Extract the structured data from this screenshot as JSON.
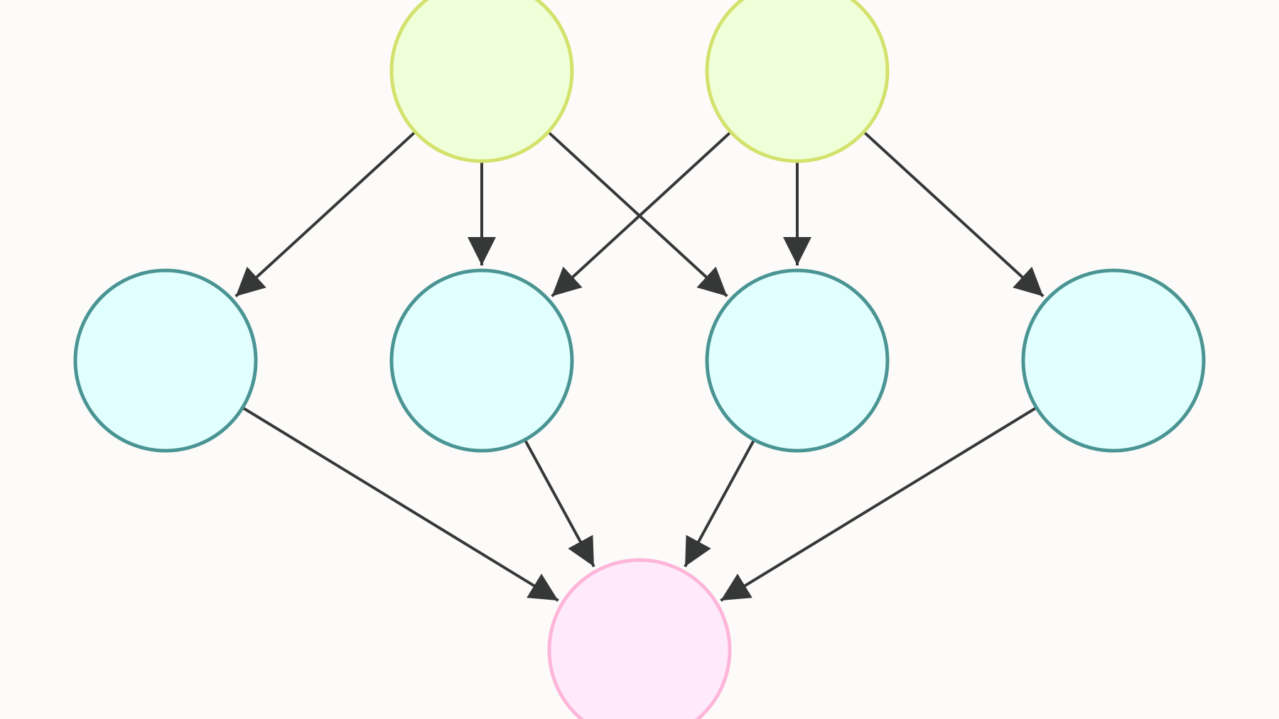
{
  "diagram": {
    "kind": "directed-graph",
    "background": "#fcfbf9",
    "edge_color": "#363837",
    "layers": [
      {
        "name": "top",
        "fill": "#efffd8",
        "stroke": "#d3e26c"
      },
      {
        "name": "middle",
        "fill": "#e1fffe",
        "stroke": "#4a9593"
      },
      {
        "name": "bottom",
        "fill": "#ffeafb",
        "stroke": "#fdb6d9"
      }
    ],
    "nodes": [
      {
        "id": "top-1",
        "layer": "top",
        "label": ""
      },
      {
        "id": "top-2",
        "layer": "top",
        "label": ""
      },
      {
        "id": "mid-1",
        "layer": "middle",
        "label": ""
      },
      {
        "id": "mid-2",
        "layer": "middle",
        "label": ""
      },
      {
        "id": "mid-3",
        "layer": "middle",
        "label": ""
      },
      {
        "id": "mid-4",
        "layer": "middle",
        "label": ""
      },
      {
        "id": "bottom-1",
        "layer": "bottom",
        "label": ""
      }
    ],
    "edges": [
      {
        "from": "top-1",
        "to": "mid-1"
      },
      {
        "from": "top-1",
        "to": "mid-2"
      },
      {
        "from": "top-1",
        "to": "mid-3"
      },
      {
        "from": "top-2",
        "to": "mid-2"
      },
      {
        "from": "top-2",
        "to": "mid-3"
      },
      {
        "from": "top-2",
        "to": "mid-4"
      },
      {
        "from": "mid-1",
        "to": "bottom-1"
      },
      {
        "from": "mid-2",
        "to": "bottom-1"
      },
      {
        "from": "mid-3",
        "to": "bottom-1"
      },
      {
        "from": "mid-4",
        "to": "bottom-1"
      }
    ]
  }
}
